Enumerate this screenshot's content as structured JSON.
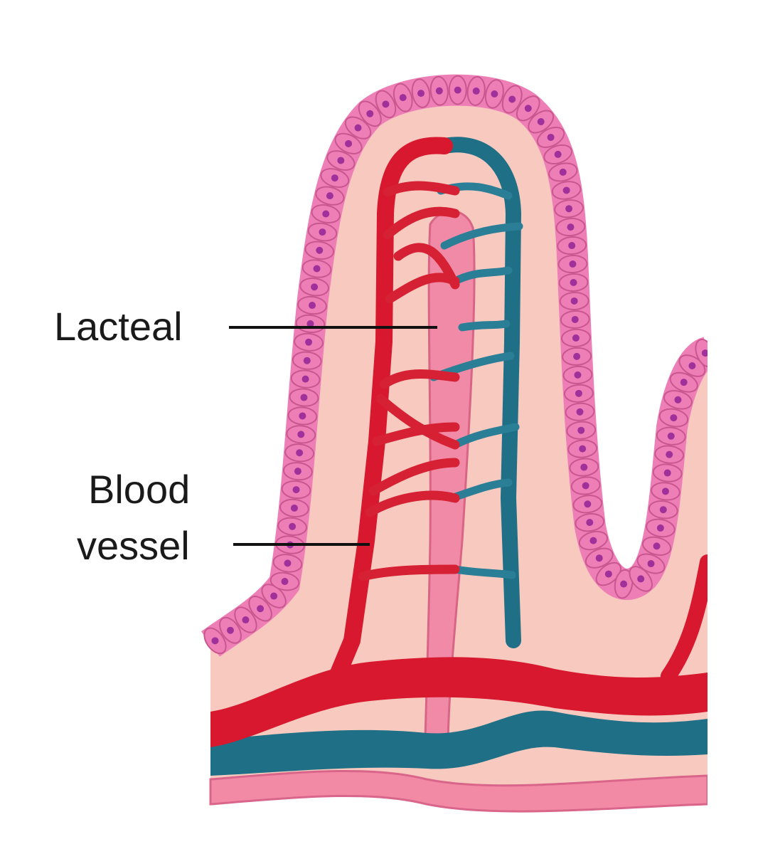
{
  "labels": {
    "lacteal": "Lacteal",
    "blood_line1": "Blood",
    "blood_line2": "vessel"
  },
  "colors": {
    "background": "#ffffff",
    "epithelium_cell": "#ee7fb6",
    "epithelium_outline": "#c9568f",
    "cell_nucleus": "#a0309a",
    "lamina_propria": "#f8c9bf",
    "lacteal": "#f08aa6",
    "artery": "#d8182e",
    "vein": "#1f6f86",
    "lymph_base": "#f28aa6"
  },
  "icons": {
    "diagram": "intestinal-villus-cross-section"
  }
}
